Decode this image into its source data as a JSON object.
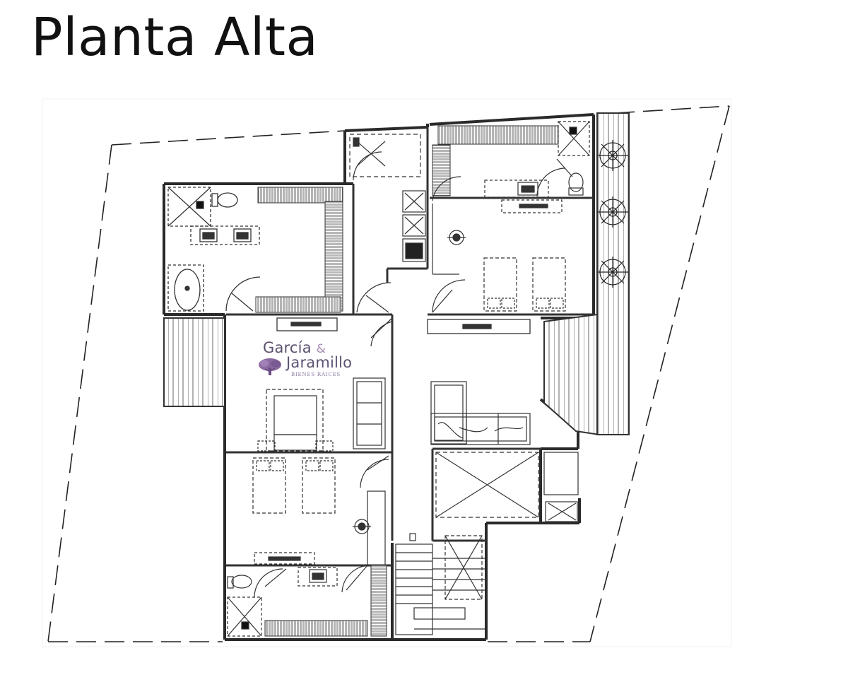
{
  "page": {
    "title": "Planta Alta"
  },
  "logo": {
    "line1": "García",
    "ampersand": "&",
    "line2": "Jaramillo",
    "line3": "BIENES RAICES",
    "tree_icon": "tree-icon",
    "color": "#5d5170"
  },
  "colors": {
    "wall": "#2a2a2a",
    "line": "#333333",
    "background": "#ffffff"
  }
}
